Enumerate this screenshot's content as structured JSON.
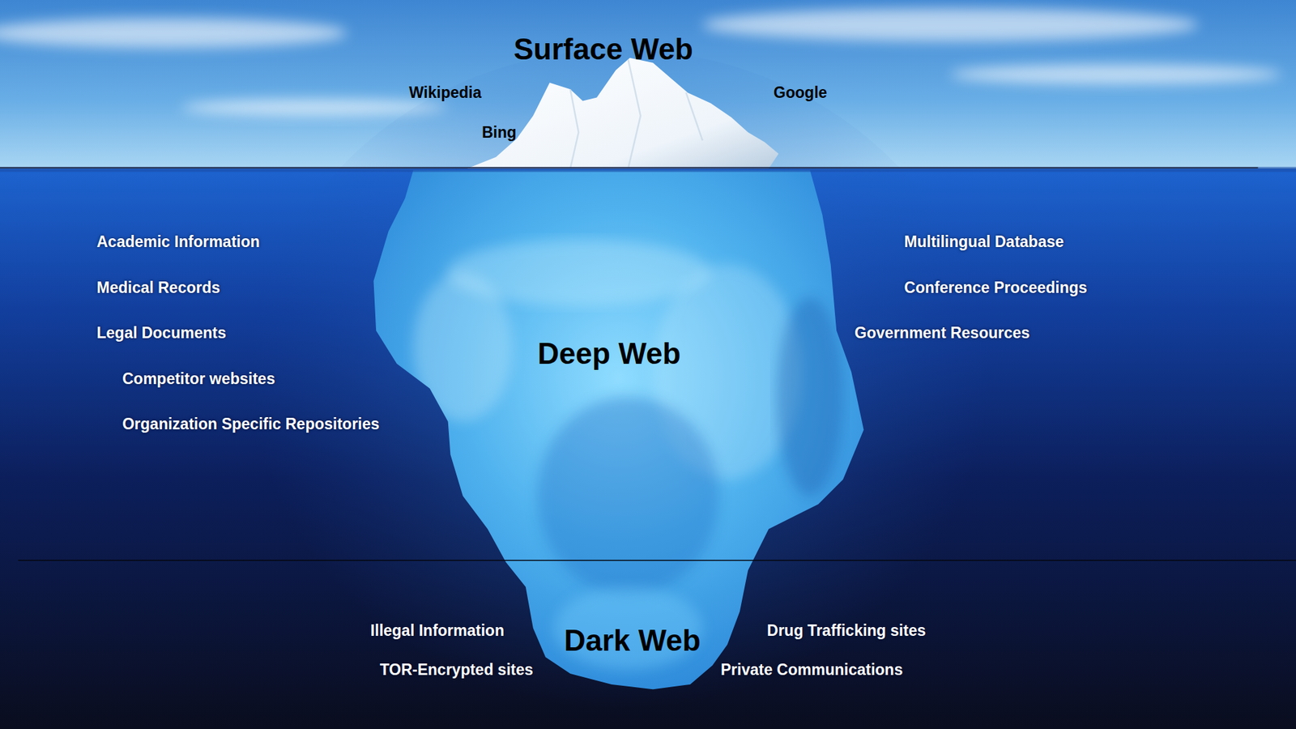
{
  "diagram": {
    "nodes": [
      {
        "text": [
          "Surface Web",
          "Wikipedia",
          "Google",
          "Bing"
        ]
      },
      {
        "text": [
          "Academic Information",
          "Multilingual Database",
          "Medical Records",
          "Conference Proceedings",
          "Legal Documents",
          "Government Resources",
          "Deep Web",
          "Competitor websites",
          "Organization Specific Repositories"
        ]
      },
      {
        "text": [
          "Illegal Information",
          "Dark Web",
          "Drug Trafficking sites",
          "TOR-Encrypted sites",
          "Private Communications"
        ]
      }
    ]
  }
}
